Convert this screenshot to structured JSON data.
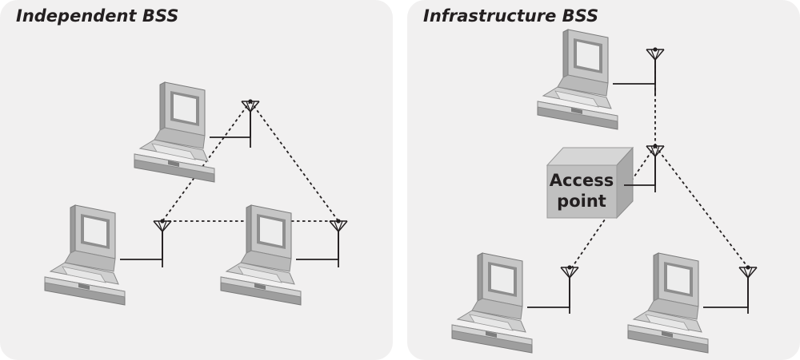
{
  "panels": {
    "independent": {
      "title": "Independent BSS"
    },
    "infrastructure": {
      "title": "Infrastructure BSS",
      "access_point": {
        "line1": "Access",
        "line2": "point"
      }
    }
  },
  "colors": {
    "panel_background": "#f1f0f0",
    "laptop_body": "#c6c6c6",
    "laptop_dark": "#8c8c8c",
    "access_point_box": "#c0c0c0",
    "line": "#231f20"
  },
  "icons": [
    "laptop-icon",
    "antenna-icon",
    "access-point-box"
  ]
}
